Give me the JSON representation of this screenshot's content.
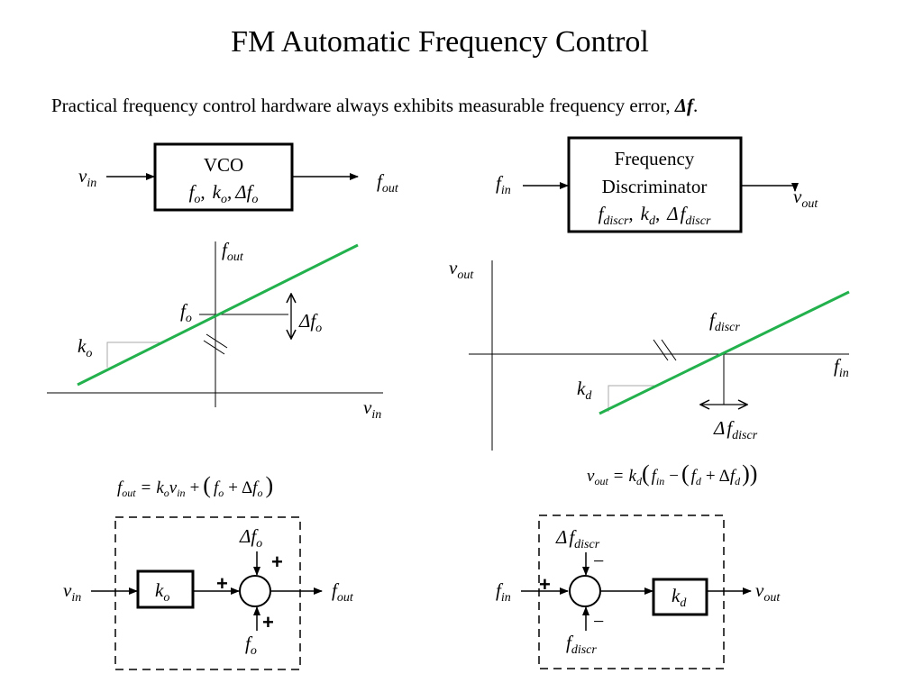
{
  "slide": {
    "title": "FM Automatic Frequency Control",
    "subtitle_text": "Practical frequency control hardware always exhibits measurable frequency error, ",
    "subtitle_delta": "Δ",
    "subtitle_f": "f",
    "subtitle_period": "."
  },
  "vco": {
    "input_label": {
      "main": "v",
      "sub": "in"
    },
    "output_label": {
      "main": "f",
      "sub": "out"
    },
    "box_title": "VCO",
    "param_f": "f",
    "param_f_sub": "o",
    "comma1": ",",
    "param_k": "k",
    "param_k_sub": "o",
    "comma2": ",",
    "param_delta": "Δ",
    "param_df": "f",
    "param_df_sub": "o"
  },
  "discriminator": {
    "input_label": {
      "main": "f",
      "sub": "in"
    },
    "output_label": {
      "main": "v",
      "sub": "out"
    },
    "line1": "Frequency",
    "line2": "Discriminator",
    "param_f": "f",
    "param_f_sub": "discr",
    "comma1": ",",
    "param_k": "k",
    "param_k_sub": "d",
    "comma2": ",",
    "param_delta": "Δ",
    "param_df": "f",
    "param_df_sub": "discr"
  },
  "vco_graph": {
    "y_axis_label": {
      "main": "f",
      "sub": "out"
    },
    "x_axis_label": {
      "main": "v",
      "sub": "in"
    },
    "center_label": {
      "main": "f",
      "sub": "o"
    },
    "slope_label": {
      "main": "k",
      "sub": "o"
    },
    "delta_label": {
      "delta": "Δ",
      "main": "f",
      "sub": "o"
    },
    "line_color": "#22b14c"
  },
  "disc_graph": {
    "y_axis_label": {
      "main": "v",
      "sub": "out"
    },
    "x_axis_label": {
      "main": "f",
      "sub": "in"
    },
    "center_label": {
      "main": "f",
      "sub": "discr"
    },
    "slope_label": {
      "main": "k",
      "sub": "d"
    },
    "delta_label": {
      "delta": "Δ",
      "main": "f",
      "sub": "discr"
    },
    "line_color": "#22b14c"
  },
  "vco_equation": {
    "lhs": "f",
    "lhs_sub": "out",
    "eq": "=",
    "k": "k",
    "k_sub": "o",
    "v": "v",
    "v_sub": "in",
    "plus1": "+",
    "lparen": "(",
    "f": "f",
    "f_sub": "o",
    "plus2": "+",
    "delta": "Δ",
    "df": "f",
    "df_sub": "o",
    "rparen": ")"
  },
  "disc_equation": {
    "lhs": "v",
    "lhs_sub": "out",
    "eq": "=",
    "k": "k",
    "k_sub": "d",
    "lparen_outer": "(",
    "fin": "f",
    "fin_sub": "in",
    "minus": "−",
    "lparen_inner": "(",
    "fd": "f",
    "fd_sub": "d",
    "plus": "+",
    "delta": "Δ",
    "dfd": "f",
    "dfd_sub": "d",
    "rparen_inner": ")",
    "rparen_outer": ")"
  },
  "vco_model": {
    "input_label": {
      "main": "v",
      "sub": "in"
    },
    "gain_label": {
      "main": "k",
      "sub": "o"
    },
    "output_label": {
      "main": "f",
      "sub": "out"
    },
    "top_input": {
      "delta": "Δ",
      "main": "f",
      "sub": "o"
    },
    "bottom_input": {
      "main": "f",
      "sub": "o"
    },
    "sign_left": "+",
    "sign_top": "+",
    "sign_bottom": "+"
  },
  "disc_model": {
    "input_label": {
      "main": "f",
      "sub": "in"
    },
    "gain_label": {
      "main": "k",
      "sub": "d"
    },
    "output_label": {
      "main": "v",
      "sub": "out"
    },
    "top_input": {
      "delta": "Δ",
      "main": "f",
      "sub": "discr"
    },
    "bottom_input": {
      "main": "f",
      "sub": "discr"
    },
    "sign_left": "+",
    "sign_top": "−",
    "sign_bottom": "−"
  }
}
